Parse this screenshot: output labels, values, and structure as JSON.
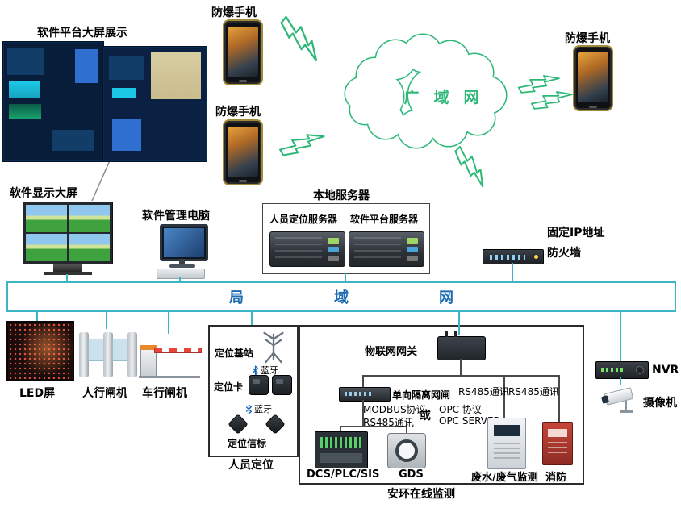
{
  "diagram": {
    "labels": {
      "dashboard": "软件平台大屏展示",
      "phone1": "防爆手机",
      "phone2": "防爆手机",
      "phone3": "防爆手机",
      "wan": "广域网",
      "display_wall": "软件显示大屏",
      "pc": "软件管理电脑",
      "local_server": "本地服务器",
      "server1": "人员定位服务器",
      "server2": "软件平台服务器",
      "fixed_ip": "固定IP地址",
      "firewall": "防火墙",
      "led": "LED屏",
      "pedestrian_gate": "人行闸机",
      "vehicle_gate": "车行闸机",
      "nvr": "NVR",
      "camera": "摄像机"
    },
    "lan": {
      "chars": [
        "局",
        "域",
        "网"
      ]
    },
    "positioning": {
      "title": "人员定位",
      "base_station": "定位基站",
      "card": "定位卡",
      "bluetooth1": "蓝牙",
      "bluetooth2": "蓝牙",
      "beacon": "定位信标"
    },
    "monitoring": {
      "title": "安环在线监测",
      "iot_gateway": "物联网网关",
      "isolation_gateway": "单向隔离网闸",
      "rs485_left": "RS485通讯",
      "rs485_right": "RS485通讯",
      "protocol_left_1": "MODBUS协议",
      "protocol_left_2": "RS485通讯",
      "or": "或",
      "protocol_right_1": "OPC 协议",
      "protocol_right_2": "OPC SERVER",
      "dcs": "DCS/PLC/SIS",
      "gds": "GDS",
      "waste": "废水/废气监测",
      "fire": "消防"
    },
    "colors": {
      "cloud_green": "#2eb878",
      "connector_teal": "#3fb4c6",
      "lan_text_blue": "#1b6bb3"
    }
  }
}
